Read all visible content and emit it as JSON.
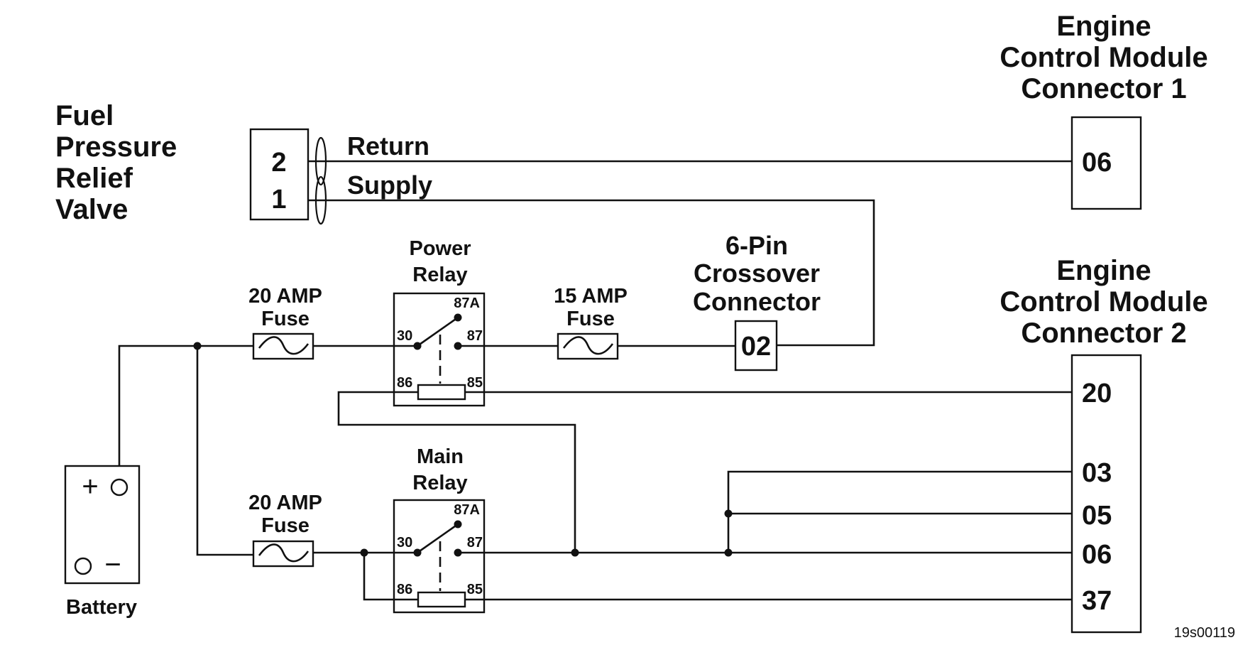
{
  "labels": {
    "frv": [
      "Fuel",
      "Pressure",
      "Relief",
      "Valve"
    ],
    "frv_pins": [
      "2",
      "1"
    ],
    "return": "Return",
    "supply": "Supply",
    "ecm1": [
      "Engine",
      "Control Module",
      "Connector 1"
    ],
    "ecm1_pin": "06",
    "ecm2": [
      "Engine",
      "Control Module",
      "Connector 2"
    ],
    "ecm2_pins": [
      "20",
      "03",
      "05",
      "06",
      "37"
    ],
    "power_relay": [
      "Power",
      "Relay"
    ],
    "main_relay": [
      "Main",
      "Relay"
    ],
    "relay_terms": [
      "87A",
      "30",
      "87",
      "86",
      "85"
    ],
    "fuse_top": [
      "20 AMP",
      "Fuse"
    ],
    "fuse_15": [
      "15 AMP",
      "Fuse"
    ],
    "fuse_bottom": [
      "20 AMP",
      "Fuse"
    ],
    "crossover": [
      "6-Pin",
      "Crossover",
      "Connector"
    ],
    "crossover_pin": "02",
    "battery": "Battery",
    "battery_plus": "+",
    "battery_minus": "−",
    "ref": "19s00119"
  }
}
